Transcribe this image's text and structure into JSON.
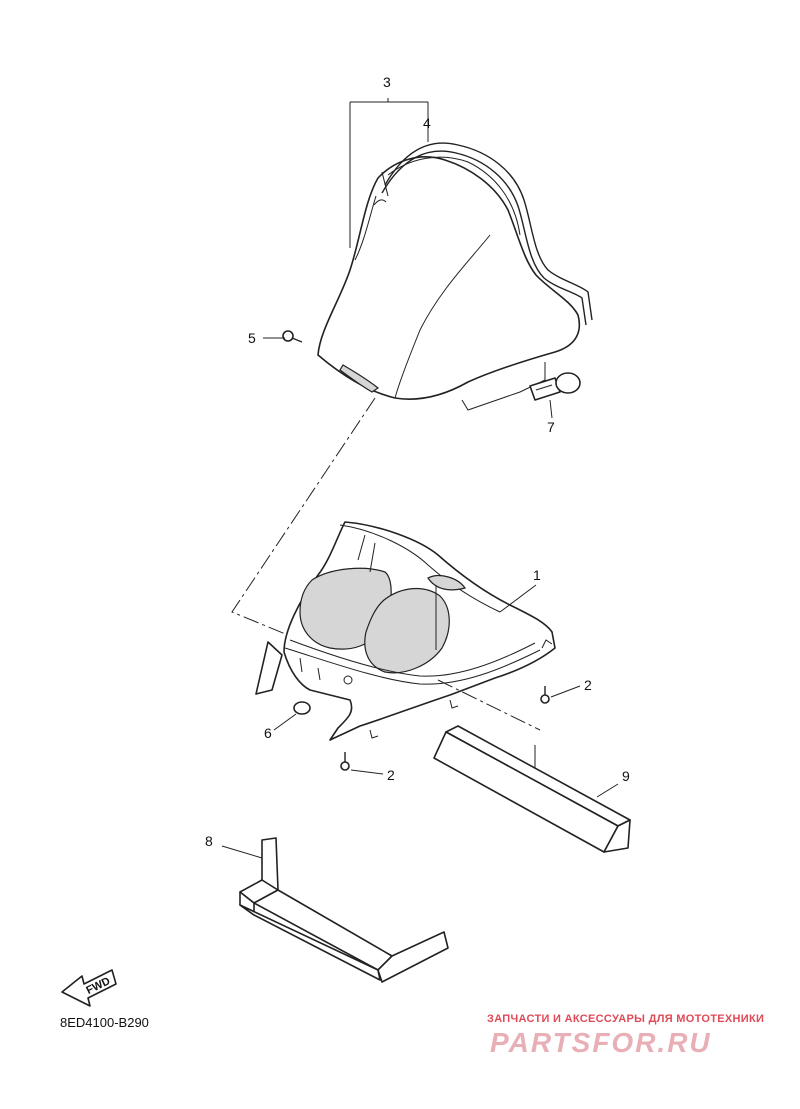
{
  "diagram": {
    "callouts": {
      "c1": "1",
      "c2a": "2",
      "c2b": "2",
      "c3": "3",
      "c4": "4",
      "c5": "5",
      "c6": "6",
      "c7": "7",
      "c8": "8",
      "c9": "9"
    },
    "fwd_label": "FWD",
    "diagram_code": "8ED4100-B290"
  },
  "watermark": {
    "caption": "ЗАПЧАСТИ И АКСЕССУАРЫ ДЛЯ МОТОТЕХНИКИ",
    "brand": "PARTSFOR.RU",
    "caption_color": "#e04a57",
    "brand_color": "#e8b0b6"
  }
}
